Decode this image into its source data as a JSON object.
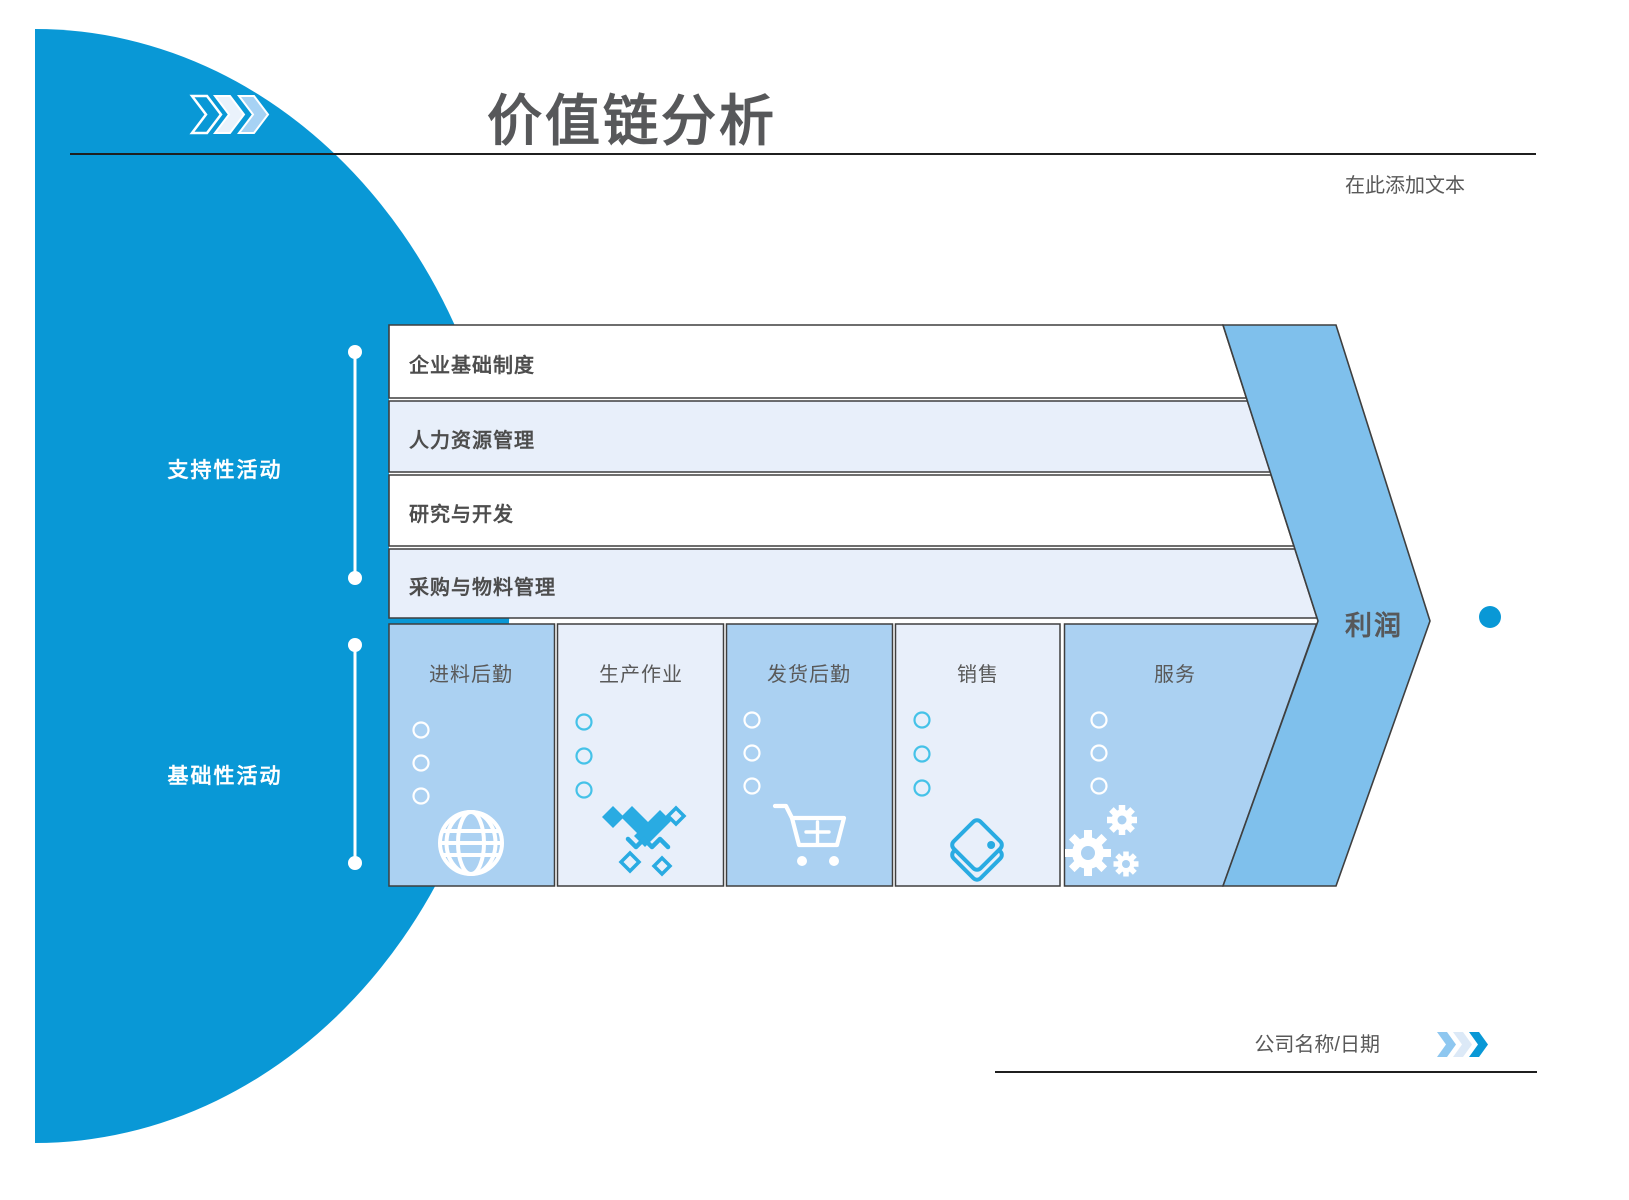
{
  "slide": {
    "title": "价值链分析",
    "placeholder_right": "在此添加文本",
    "profit_label": "利润",
    "footer_label": "公司名称/日期"
  },
  "activity_groups": {
    "support": "支持性活动",
    "primary": "基础性活动"
  },
  "support_rows": [
    {
      "label": "企业基础制度"
    },
    {
      "label": "人力资源管理"
    },
    {
      "label": "研究与开发"
    },
    {
      "label": "采购与物料管理"
    }
  ],
  "primary_columns": [
    {
      "label": "进料后勤",
      "icon": "globe-icon"
    },
    {
      "label": "生产作业",
      "icon": "handshake-icon"
    },
    {
      "label": "发货后勤",
      "icon": "cart-icon"
    },
    {
      "label": "销售",
      "icon": "tag-icon"
    },
    {
      "label": "服务",
      "icon": "gears-icon"
    }
  ],
  "colors": {
    "brand_blue": "#0998d6",
    "arrow_band_blue": "#7fc0ec",
    "column_medium_blue": "#abd1f2",
    "row_light_blue": "#e8effa",
    "icon_cyan": "#29abe2",
    "bullet_cyan": "#45c2e8",
    "outline_dark": "#3f3f3f",
    "title_gray": "#57585a",
    "text_gray": "#595959"
  }
}
